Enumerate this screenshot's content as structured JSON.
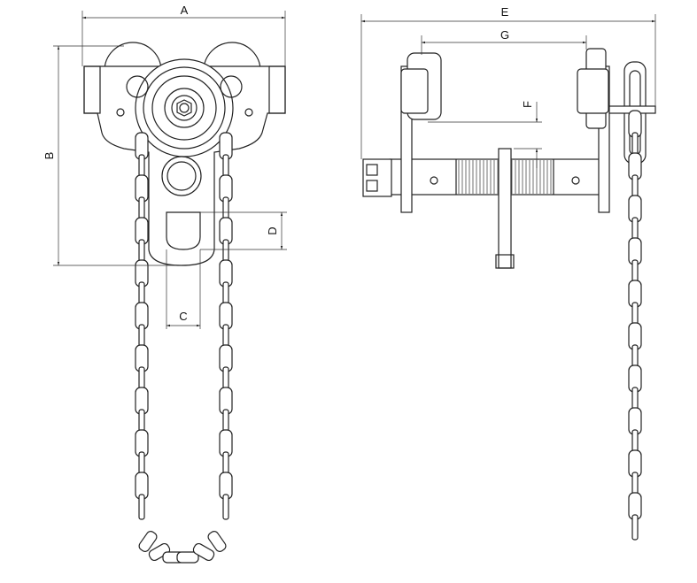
{
  "dimensions": {
    "A": "A",
    "B": "B",
    "C": "C",
    "D": "D",
    "E": "E",
    "F": "F",
    "G": "G"
  }
}
